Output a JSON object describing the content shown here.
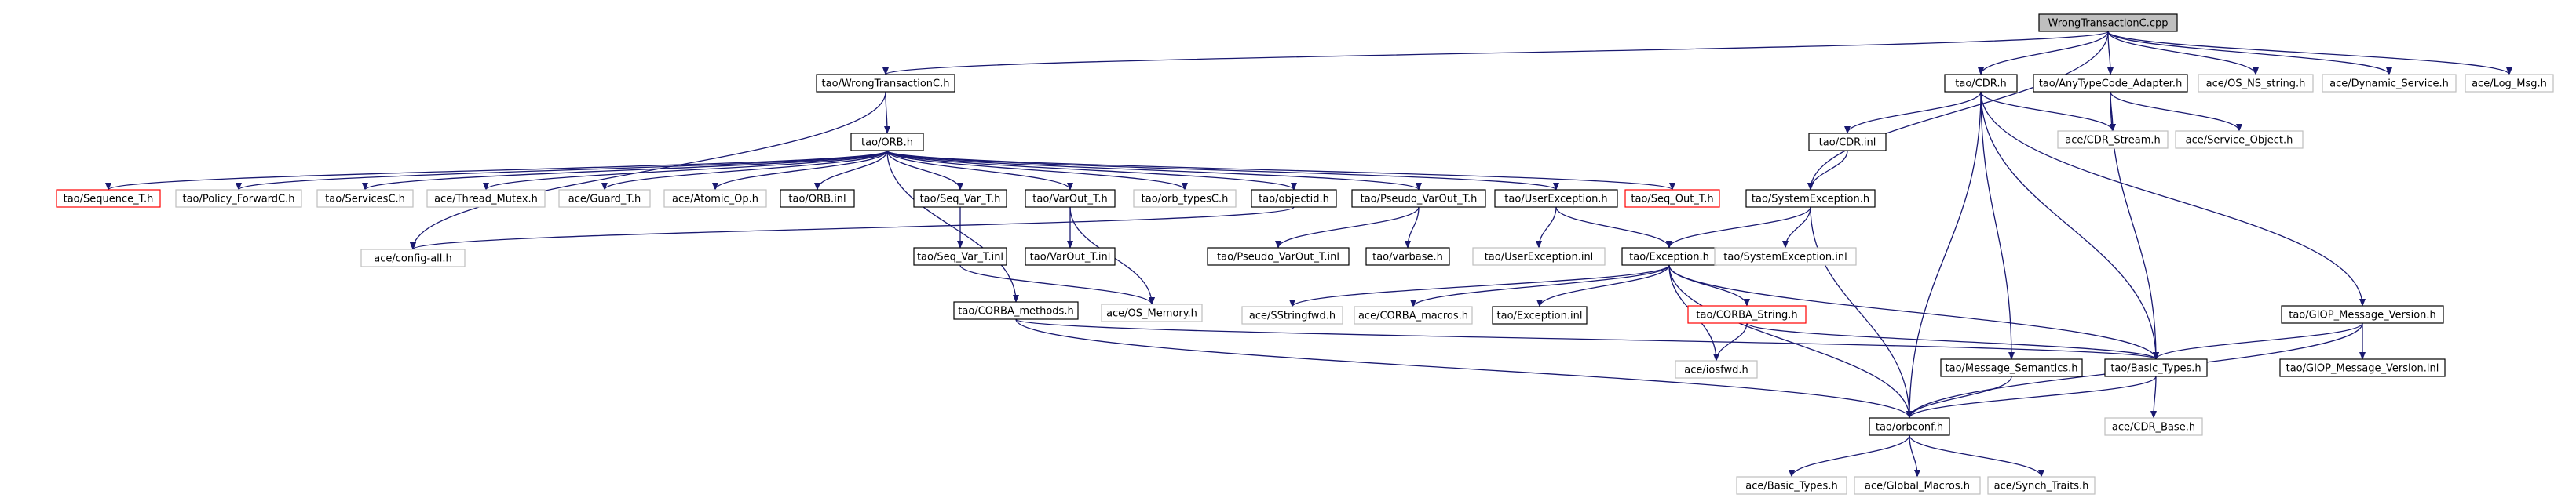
{
  "nodes": {
    "root": {
      "label": "WrongTransactionC.cpp",
      "style": "root"
    },
    "wtch": {
      "label": "tao/WrongTransactionC.h",
      "style": "box"
    },
    "cdr": {
      "label": "tao/CDR.h",
      "style": "box"
    },
    "atca": {
      "label": "tao/AnyTypeCode_Adapter.h",
      "style": "box"
    },
    "osns": {
      "label": "ace/OS_NS_string.h",
      "style": "gray"
    },
    "dynsvc": {
      "label": "ace/Dynamic_Service.h",
      "style": "gray"
    },
    "logmsg": {
      "label": "ace/Log_Msg.h",
      "style": "gray"
    },
    "orb": {
      "label": "tao/ORB.h",
      "style": "box"
    },
    "cdrinl": {
      "label": "tao/CDR.inl",
      "style": "box"
    },
    "cdrstream": {
      "label": "ace/CDR_Stream.h",
      "style": "gray"
    },
    "svcobj": {
      "label": "ace/Service_Object.h",
      "style": "gray"
    },
    "seqt": {
      "label": "tao/Sequence_T.h",
      "style": "red"
    },
    "polfwd": {
      "label": "tao/Policy_ForwardC.h",
      "style": "gray"
    },
    "svcc": {
      "label": "tao/ServicesC.h",
      "style": "gray"
    },
    "thrmutex": {
      "label": "ace/Thread_Mutex.h",
      "style": "gray"
    },
    "guardt": {
      "label": "ace/Guard_T.h",
      "style": "gray"
    },
    "atomicop": {
      "label": "ace/Atomic_Op.h",
      "style": "gray"
    },
    "orbinl": {
      "label": "tao/ORB.inl",
      "style": "box"
    },
    "seqvart": {
      "label": "tao/Seq_Var_T.h",
      "style": "box"
    },
    "varoutt": {
      "label": "tao/VarOut_T.h",
      "style": "box"
    },
    "orbtypes": {
      "label": "tao/orb_typesC.h",
      "style": "gray"
    },
    "objectid": {
      "label": "tao/objectid.h",
      "style": "box"
    },
    "pvo": {
      "label": "tao/Pseudo_VarOut_T.h",
      "style": "box"
    },
    "userexc": {
      "label": "tao/UserException.h",
      "style": "box"
    },
    "seqout": {
      "label": "tao/Seq_Out_T.h",
      "style": "red"
    },
    "sysexc": {
      "label": "tao/SystemException.h",
      "style": "box"
    },
    "configall": {
      "label": "ace/config-all.h",
      "style": "gray"
    },
    "seqvartinl": {
      "label": "tao/Seq_Var_T.inl",
      "style": "box"
    },
    "varouttinl": {
      "label": "tao/VarOut_T.inl",
      "style": "box"
    },
    "pvoinl": {
      "label": "tao/Pseudo_VarOut_T.inl",
      "style": "box"
    },
    "varbase": {
      "label": "tao/varbase.h",
      "style": "box"
    },
    "userexcinl": {
      "label": "tao/UserException.inl",
      "style": "gray"
    },
    "exch": {
      "label": "tao/Exception.h",
      "style": "box"
    },
    "sysexcinl": {
      "label": "tao/SystemException.inl",
      "style": "gray"
    },
    "corbameth": {
      "label": "tao/CORBA_methods.h",
      "style": "box"
    },
    "osmem": {
      "label": "ace/OS_Memory.h",
      "style": "gray"
    },
    "sstrfwd": {
      "label": "ace/SStringfwd.h",
      "style": "gray"
    },
    "corbamacros": {
      "label": "ace/CORBA_macros.h",
      "style": "gray"
    },
    "excinl": {
      "label": "tao/Exception.inl",
      "style": "box"
    },
    "corbastr": {
      "label": "tao/CORBA_String.h",
      "style": "red"
    },
    "giopmv": {
      "label": "tao/GIOP_Message_Version.h",
      "style": "box"
    },
    "iosfwd": {
      "label": "ace/iosfwd.h",
      "style": "gray"
    },
    "msgsem": {
      "label": "tao/Message_Semantics.h",
      "style": "box"
    },
    "basictypes": {
      "label": "tao/Basic_Types.h",
      "style": "box"
    },
    "giopmvinl": {
      "label": "tao/GIOP_Message_Version.inl",
      "style": "box"
    },
    "cdrbase": {
      "label": "ace/CDR_Base.h",
      "style": "gray"
    },
    "orbconf": {
      "label": "tao/orbconf.h",
      "style": "box"
    },
    "acebasic": {
      "label": "ace/Basic_Types.h",
      "style": "gray"
    },
    "globalmacros": {
      "label": "ace/Global_Macros.h",
      "style": "gray"
    },
    "synchtraits": {
      "label": "ace/Synch_Traits.h",
      "style": "gray"
    }
  },
  "edges": [
    [
      "root",
      "wtch"
    ],
    [
      "root",
      "cdr"
    ],
    [
      "root",
      "atca"
    ],
    [
      "root",
      "osns"
    ],
    [
      "root",
      "dynsvc"
    ],
    [
      "root",
      "logmsg"
    ],
    [
      "root",
      "sysexc"
    ],
    [
      "wtch",
      "orb"
    ],
    [
      "wtch",
      "configall"
    ],
    [
      "orb",
      "seqt"
    ],
    [
      "orb",
      "polfwd"
    ],
    [
      "orb",
      "svcc"
    ],
    [
      "orb",
      "thrmutex"
    ],
    [
      "orb",
      "guardt"
    ],
    [
      "orb",
      "atomicop"
    ],
    [
      "orb",
      "orbinl"
    ],
    [
      "orb",
      "seqvart"
    ],
    [
      "orb",
      "varoutt"
    ],
    [
      "orb",
      "orbtypes"
    ],
    [
      "orb",
      "objectid"
    ],
    [
      "orb",
      "pvo"
    ],
    [
      "orb",
      "userexc"
    ],
    [
      "orb",
      "seqout"
    ],
    [
      "orb",
      "corbameth"
    ],
    [
      "objectid",
      "configall"
    ],
    [
      "seqvart",
      "seqvartinl"
    ],
    [
      "varoutt",
      "varouttinl"
    ],
    [
      "varoutt",
      "osmem"
    ],
    [
      "seqvartinl",
      "osmem"
    ],
    [
      "pvo",
      "pvoinl"
    ],
    [
      "pvo",
      "varbase"
    ],
    [
      "userexc",
      "userexcinl"
    ],
    [
      "userexc",
      "exch"
    ],
    [
      "cdr",
      "cdrinl"
    ],
    [
      "cdr",
      "cdrstream"
    ],
    [
      "cdr",
      "orbconf"
    ],
    [
      "cdr",
      "msgsem"
    ],
    [
      "cdr",
      "basictypes"
    ],
    [
      "cdr",
      "giopmv"
    ],
    [
      "cdrinl",
      "sysexc"
    ],
    [
      "atca",
      "cdrstream"
    ],
    [
      "atca",
      "svcobj"
    ],
    [
      "atca",
      "basictypes"
    ],
    [
      "sysexc",
      "exch"
    ],
    [
      "sysexc",
      "sysexcinl"
    ],
    [
      "sysexc",
      "orbconf"
    ],
    [
      "exch",
      "sstrfwd"
    ],
    [
      "exch",
      "corbamacros"
    ],
    [
      "exch",
      "excinl"
    ],
    [
      "exch",
      "corbastr"
    ],
    [
      "exch",
      "iosfwd"
    ],
    [
      "exch",
      "basictypes"
    ],
    [
      "exch",
      "orbconf"
    ],
    [
      "corbastr",
      "iosfwd"
    ],
    [
      "corbastr",
      "basictypes"
    ],
    [
      "corbameth",
      "basictypes"
    ],
    [
      "corbameth",
      "orbconf"
    ],
    [
      "giopmv",
      "basictypes"
    ],
    [
      "giopmv",
      "giopmvinl"
    ],
    [
      "giopmv",
      "orbconf"
    ],
    [
      "msgsem",
      "orbconf"
    ],
    [
      "basictypes",
      "cdrbase"
    ],
    [
      "basictypes",
      "orbconf"
    ],
    [
      "orbconf",
      "acebasic"
    ],
    [
      "orbconf",
      "globalmacros"
    ],
    [
      "orbconf",
      "synchtraits"
    ]
  ],
  "colors": {
    "edge": "#191970",
    "box_border": "#000000",
    "gray_border": "#bfbfbf",
    "red_border": "#ff0000",
    "root_fill": "#bfbfbf"
  }
}
